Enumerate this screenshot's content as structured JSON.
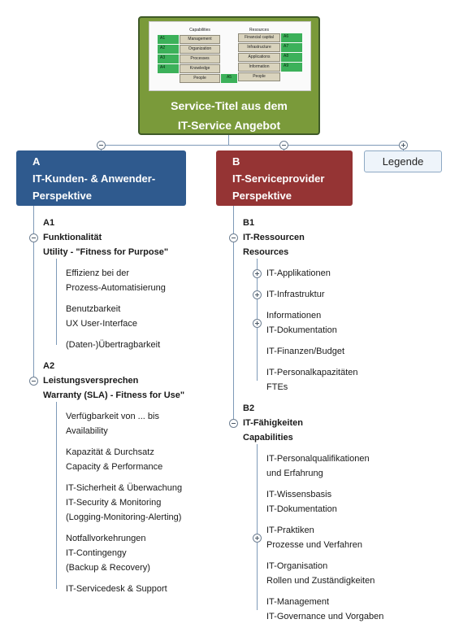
{
  "root": {
    "title_line1": "Service-Titel aus dem",
    "title_line2": "IT-Service Angebot",
    "thumbnail": {
      "cap_header": "Capabilities",
      "res_header": "Resources",
      "caps": [
        {
          "code": "A1",
          "label": "Management"
        },
        {
          "code": "A2",
          "label": "Organization"
        },
        {
          "code": "A3",
          "label": "Processes"
        },
        {
          "code": "A4",
          "label": "Knowledge"
        }
      ],
      "people_label": "People",
      "people_code": "A5",
      "res": [
        {
          "label": "Financial capital",
          "code": "A6"
        },
        {
          "label": "Infrastructure",
          "code": "A7"
        },
        {
          "label": "Applications",
          "code": "A8"
        },
        {
          "label": "Information",
          "code": "A9"
        }
      ],
      "res_people_label": "People"
    }
  },
  "branch_a": {
    "lines": [
      "A",
      "IT-Kunden- & Anwender-",
      "Perspektive"
    ],
    "color": "#2f5a8e",
    "sections": [
      {
        "lines": [
          "A1",
          "Funktionalität",
          "Utility - \"Fitness for Purpose\""
        ],
        "items": [
          {
            "lines": [
              "Effizienz bei der",
              "Prozess-Automatisierung"
            ]
          },
          {
            "lines": [
              "Benutzbarkeit",
              "UX User-Interface"
            ]
          },
          {
            "lines": [
              "(Daten-)Übertragbarkeit"
            ]
          }
        ]
      },
      {
        "lines": [
          "A2",
          "Leistungsversprechen",
          "Warranty (SLA) - Fitness for Use\""
        ],
        "items": [
          {
            "lines": [
              "Verfügbarkeit von ... bis",
              "Availability"
            ]
          },
          {
            "lines": [
              "Kapazität & Durchsatz",
              "Capacity & Performance"
            ]
          },
          {
            "lines": [
              "IT-Sicherheit & Überwachung",
              "IT-Security & Monitoring",
              "(Logging-Monitoring-Alerting)"
            ]
          },
          {
            "lines": [
              "Notfallvorkehrungen",
              "IT-Contingengy",
              "(Backup & Recovery)"
            ]
          },
          {
            "lines": [
              "IT-Servicedesk & Support"
            ]
          }
        ]
      }
    ]
  },
  "branch_b": {
    "lines": [
      "B",
      "IT-Serviceprovider",
      "Perspektive"
    ],
    "color": "#953434",
    "sections": [
      {
        "lines": [
          "B1",
          "IT-Ressourcen",
          "Resources"
        ],
        "items": [
          {
            "lines": [
              "IT-Applikationen"
            ],
            "collapsed": true
          },
          {
            "lines": [
              "IT-Infrastruktur"
            ],
            "collapsed": true
          },
          {
            "lines": [
              "Informationen",
              "IT-Dokumentation"
            ],
            "collapsed": true
          },
          {
            "lines": [
              "IT-Finanzen/Budget"
            ]
          },
          {
            "lines": [
              "IT-Personalkapazitäten",
              "FTEs"
            ]
          }
        ]
      },
      {
        "lines": [
          "B2",
          "IT-Fähigkeiten",
          "Capabilities"
        ],
        "items": [
          {
            "lines": [
              "IT-Personalqualifikationen",
              "und Erfahrung"
            ]
          },
          {
            "lines": [
              "IT-Wissensbasis",
              "IT-Dokumentation"
            ]
          },
          {
            "lines": [
              "IT-Praktiken",
              "Prozesse und Verfahren"
            ],
            "collapsed": true
          },
          {
            "lines": [
              "IT-Organisation",
              "Rollen und Zuständigkeiten"
            ]
          },
          {
            "lines": [
              "IT-Management",
              "IT-Governance und Vorgaben"
            ]
          }
        ]
      }
    ]
  },
  "legend": {
    "label": "Legende"
  }
}
